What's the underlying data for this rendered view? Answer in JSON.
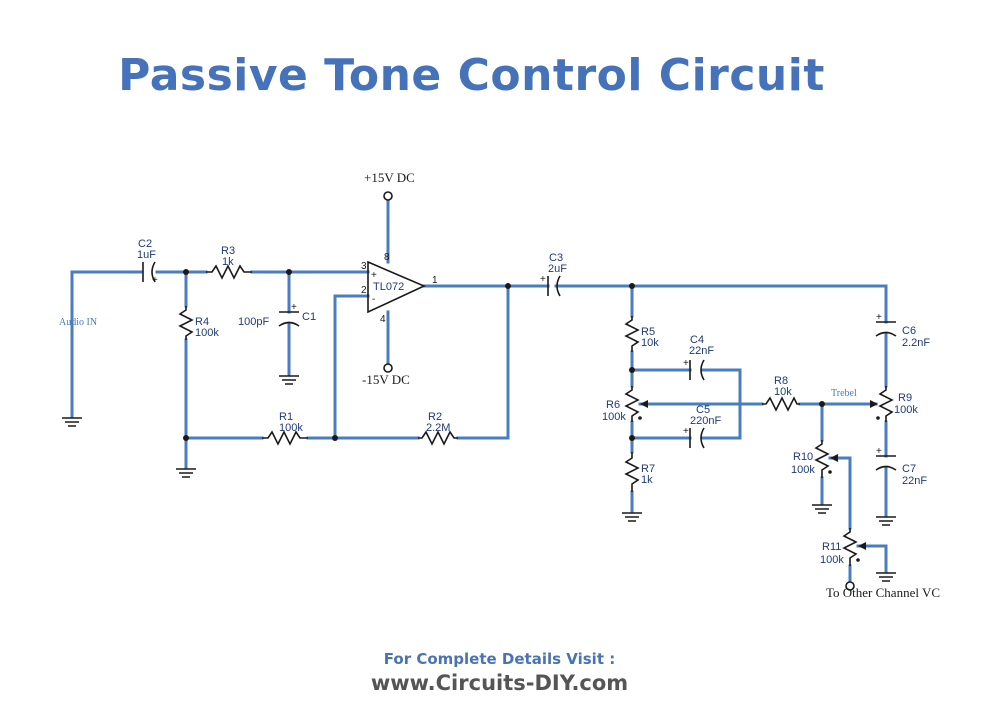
{
  "title": "Passive Tone Control Circuit",
  "footer": {
    "line1": "For Complete Details Visit :",
    "line2": "www.Circuits-DIY.com"
  },
  "power": {
    "positive": "+15V DC",
    "negative": "-15V DC"
  },
  "opamp": {
    "name": "TL072",
    "pins": [
      "8",
      "3",
      "2",
      "4",
      "1"
    ],
    "plus": "+",
    "minus": "-"
  },
  "net_labels": {
    "audio_in": "Audio IN",
    "treble": "Trebel",
    "other_channel": "To Other Channel VC"
  },
  "components": {
    "C1": {
      "ref": "C1",
      "value": "100pF"
    },
    "C2": {
      "ref": "C2",
      "value": "1uF"
    },
    "C3": {
      "ref": "C3",
      "value": "2uF"
    },
    "C4": {
      "ref": "C4",
      "value": "22nF"
    },
    "C5": {
      "ref": "C5",
      "value": "220nF"
    },
    "C6": {
      "ref": "C6",
      "value": "2.2nF"
    },
    "C7": {
      "ref": "C7",
      "value": "22nF"
    },
    "R1": {
      "ref": "R1",
      "value": "100k"
    },
    "R2": {
      "ref": "R2",
      "value": "2.2M"
    },
    "R3": {
      "ref": "R3",
      "value": "1k"
    },
    "R4": {
      "ref": "R4",
      "value": "100k"
    },
    "R5": {
      "ref": "R5",
      "value": "10k"
    },
    "R6": {
      "ref": "R6",
      "value": "100k"
    },
    "R7": {
      "ref": "R7",
      "value": "1k"
    },
    "R8": {
      "ref": "R8",
      "value": "10k"
    },
    "R9": {
      "ref": "R9",
      "value": "100k"
    },
    "R10": {
      "ref": "R10",
      "value": "100k"
    },
    "R11": {
      "ref": "R11",
      "value": "100k"
    }
  },
  "polarity_mark": "+"
}
